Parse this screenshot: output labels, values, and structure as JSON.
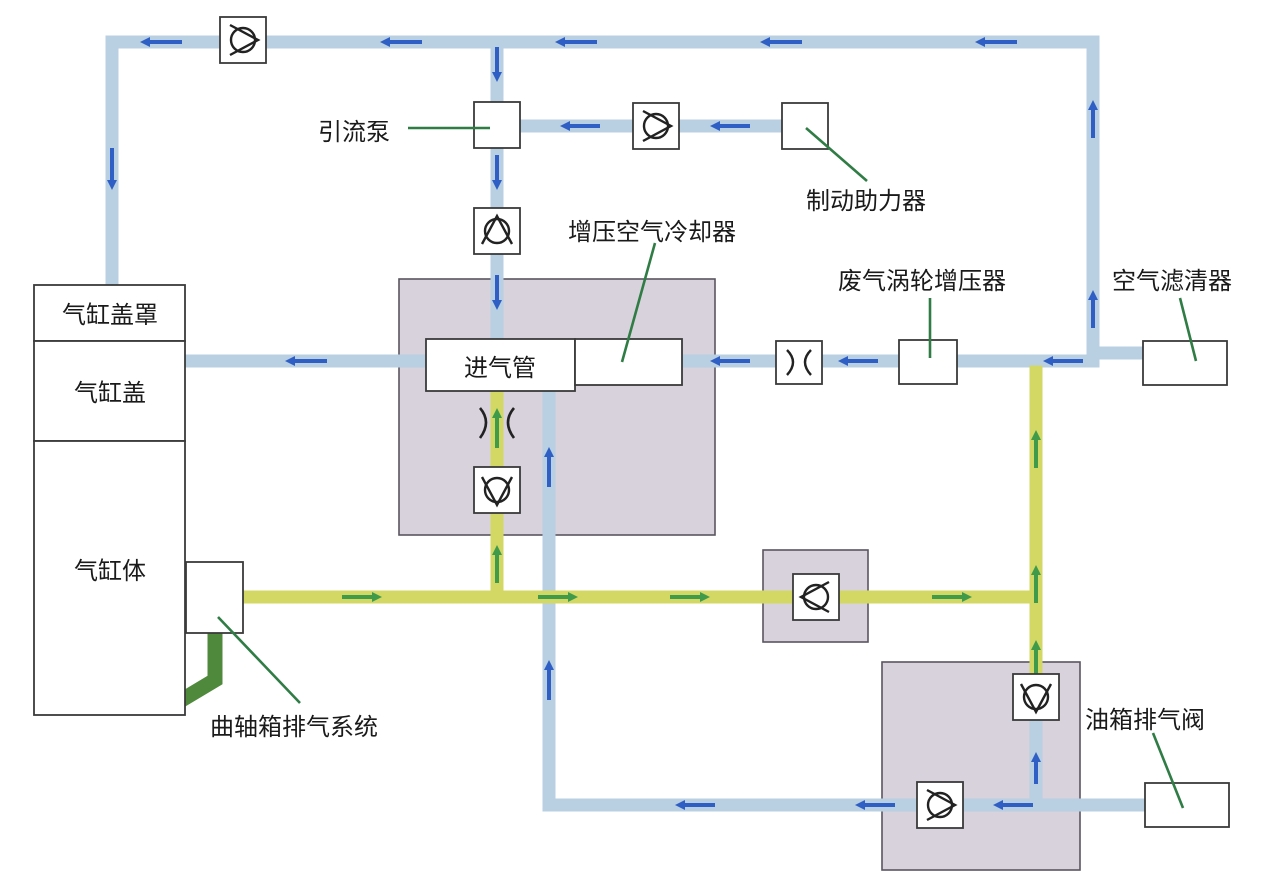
{
  "labels": {
    "cylinder_cover_shroud": "气缸盖罩",
    "cylinder_head": "气缸盖",
    "cylinder_block": "气缸体",
    "intake_manifold": "进气管",
    "ejector_pump": "引流泵",
    "brake_booster": "制动助力器",
    "charge_air_cooler": "增压空气冷却器",
    "turbocharger": "废气涡轮增压器",
    "air_filter": "空气滤清器",
    "crankcase_ventilation": "曲轴箱排气系统",
    "tank_vent_valve": "油箱排气阀"
  },
  "colors": {
    "clean_air_pipe": "#b9cfe2",
    "blowby_pipe": "#d3d864",
    "arrow_blue": "#2f5fc4",
    "arrow_green": "#3f9a4a",
    "module_fill": "#d8d2dc",
    "leader_line": "#2f7d45"
  },
  "icons": {
    "check_valve": "check-valve-icon",
    "throttle": "throttle-icon"
  }
}
